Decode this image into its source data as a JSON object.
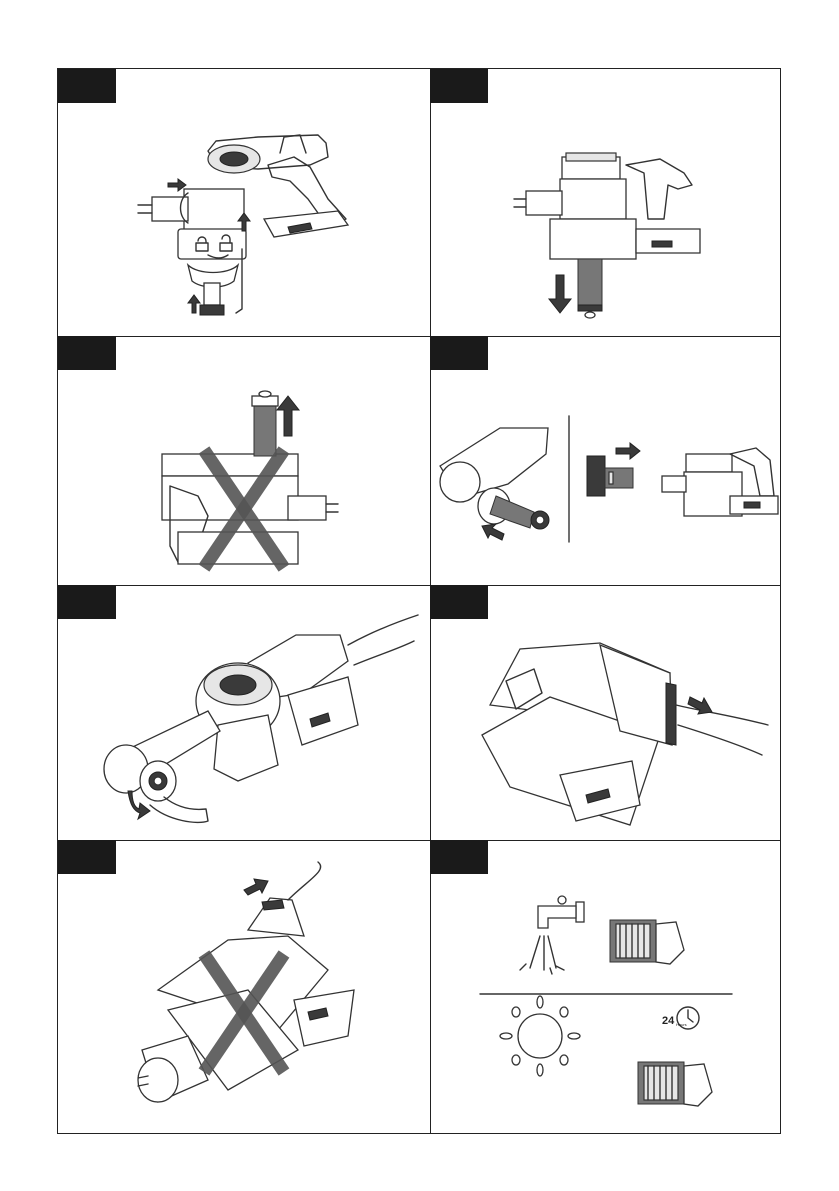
{
  "page": {
    "panel_count": 8
  },
  "panels": [
    {
      "id": "step-1",
      "illustration": "remove-dust-bin-filter-unlock"
    },
    {
      "id": "step-2",
      "illustration": "pull-filter-down"
    },
    {
      "id": "step-3",
      "illustration": "do-not-pull-filter-up"
    },
    {
      "id": "step-4",
      "illustration": "remove-filter-unit-and-reattach"
    },
    {
      "id": "step-5",
      "illustration": "twist-cyclone-off"
    },
    {
      "id": "step-6",
      "illustration": "pull-bin-away"
    },
    {
      "id": "step-7",
      "illustration": "do-not-pull-bin-upward"
    },
    {
      "id": "step-8",
      "illustration": "wash-and-dry-24-hours"
    }
  ],
  "drying": {
    "hours_number": "24",
    "hours_unit": "Hours"
  },
  "icons": [
    "tap-icon",
    "sun-icon",
    "clock-24-icon",
    "filter-icon",
    "arrow-icon",
    "cross-icon",
    "unlock-icon",
    "lock-icon"
  ]
}
